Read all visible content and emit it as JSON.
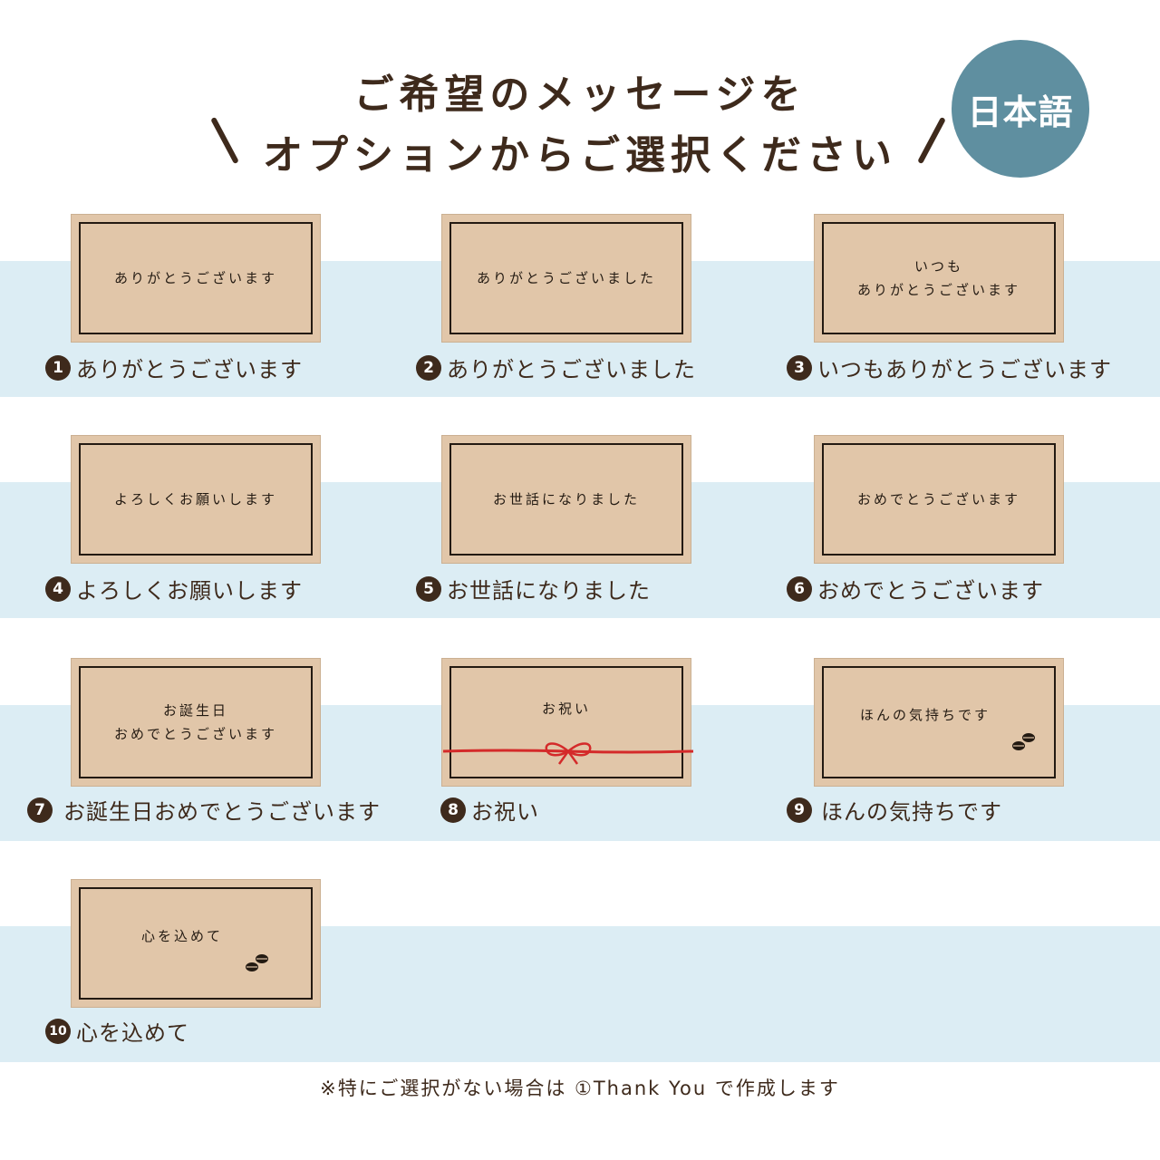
{
  "header": {
    "title_line1": "ご希望のメッセージを",
    "title_line2": "オプションからご選択ください",
    "language_badge": "日本語"
  },
  "options": [
    {
      "number": "1",
      "card_lines": [
        "ありがとうございます"
      ],
      "label": "ありがとうございます"
    },
    {
      "number": "2",
      "card_lines": [
        "ありがとうございました"
      ],
      "label": "ありがとうございました"
    },
    {
      "number": "3",
      "card_lines": [
        "いつも",
        "ありがとうございます"
      ],
      "label": "いつもありがとうございます"
    },
    {
      "number": "4",
      "card_lines": [
        "よろしくお願いします"
      ],
      "label": "よろしくお願いします"
    },
    {
      "number": "5",
      "card_lines": [
        "お世話になりました"
      ],
      "label": "お世話になりました"
    },
    {
      "number": "6",
      "card_lines": [
        "おめでとうございます"
      ],
      "label": "おめでとうございます"
    },
    {
      "number": "7",
      "card_lines": [
        "お誕生日",
        "おめでとうございます"
      ],
      "label": "お誕生日おめでとうございます"
    },
    {
      "number": "8",
      "card_lines": [
        "お祝い"
      ],
      "label": "お祝い",
      "decoration": "red-ribbon-bow"
    },
    {
      "number": "9",
      "card_lines": [
        "ほんの気持ちです"
      ],
      "label": "ほんの気持ちです",
      "decoration": "coffee-beans"
    },
    {
      "number": "10",
      "card_lines": [
        "心を込めて"
      ],
      "label": "心を込めて",
      "decoration": "coffee-beans"
    }
  ],
  "footer_note": "※特にご選択がない場合は ①Thank You で作成します",
  "colors": {
    "text_brown": "#3e2a1c",
    "band_blue": "#dcedf4",
    "card_kraft": "#e1c6a9",
    "badge_teal": "#5f8fa0",
    "ribbon_red": "#d42a2a"
  }
}
